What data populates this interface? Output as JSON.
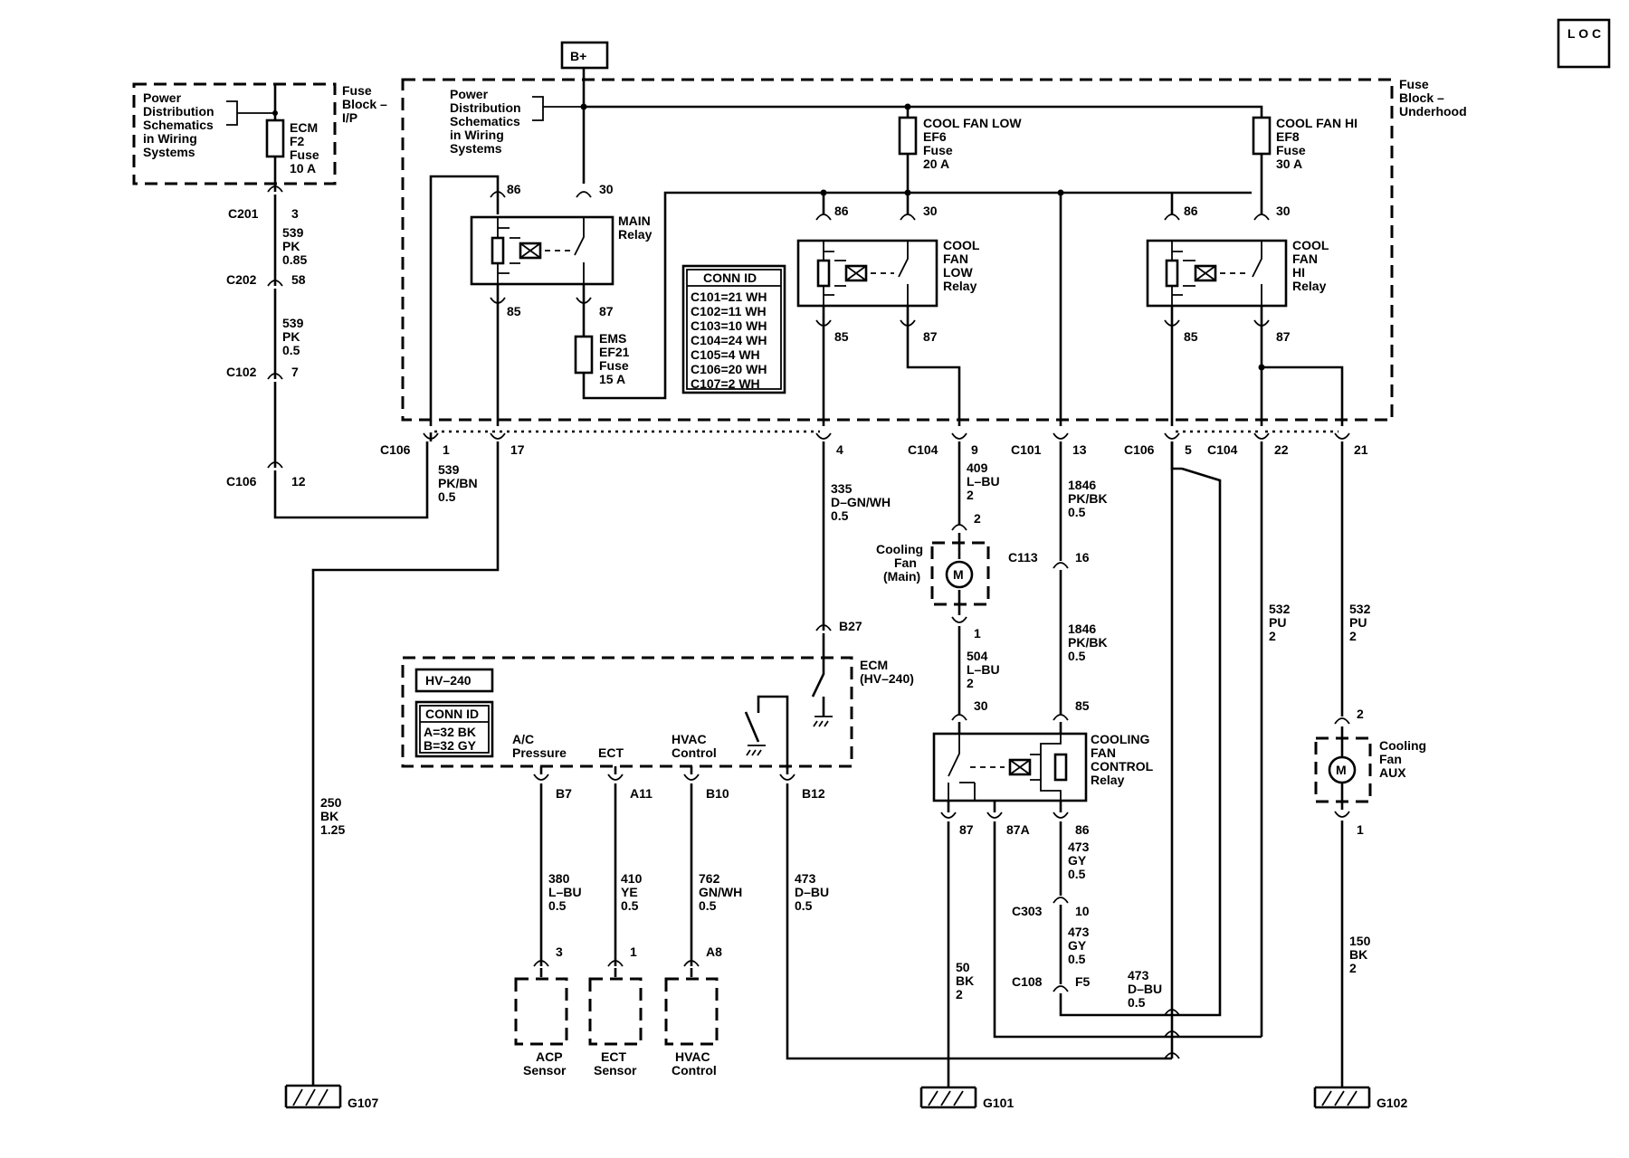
{
  "page_id": "L O C",
  "supply": "B+",
  "fuse_blocks": {
    "ip": {
      "title": [
        "Fuse",
        "Block –",
        "I/P"
      ],
      "pds": [
        "Power",
        "Distribution",
        "Schematics",
        "in Wiring",
        "Systems"
      ]
    },
    "underhood": {
      "title": [
        "Fuse",
        "Block –",
        "Underhood"
      ],
      "pds": [
        "Power",
        "Distribution",
        "Schematics",
        "in Wiring",
        "Systems"
      ]
    }
  },
  "fuses": {
    "ecm": [
      "ECM",
      "F2",
      "Fuse",
      "10 A"
    ],
    "ems": [
      "EMS",
      "EF21",
      "Fuse",
      "15 A"
    ],
    "cool_fan_low": [
      "COOL FAN LOW",
      "EF6",
      "Fuse",
      "20 A"
    ],
    "cool_fan_hi": [
      "COOL FAN HI",
      "EF8",
      "Fuse",
      "30 A"
    ]
  },
  "relays": {
    "main": [
      "MAIN",
      "Relay"
    ],
    "low": [
      "COOL",
      "FAN",
      "LOW",
      "Relay"
    ],
    "hi": [
      "COOL",
      "FAN",
      "HI",
      "Relay"
    ],
    "control": [
      "COOLING",
      "FAN",
      "CONTROL",
      "Relay"
    ]
  },
  "conn_id_underhood": {
    "title": "CONN ID",
    "rows": [
      "C101=21 WH",
      "C102=11 WH",
      "C103=10 WH",
      "C104=24 WH",
      "C105=4 WH",
      "C106=20 WH",
      "C107=2 WH"
    ]
  },
  "ecm": {
    "tag": "HV–240",
    "conn_title": "CONN ID",
    "conn_rows": [
      "A=32 BK",
      "B=32 GY"
    ],
    "label": [
      "ECM",
      "(HV–240)"
    ],
    "inputs": {
      "acp": [
        "A/C",
        "Pressure"
      ],
      "ect": [
        "ECT"
      ],
      "hvac": [
        "HVAC",
        "Control"
      ]
    }
  },
  "connectors": {
    "C201": "C201",
    "C202": "C202",
    "C102": "C102",
    "C106": "C106",
    "C104": "C104",
    "C101": "C101",
    "C113": "C113",
    "C303": "C303",
    "C108": "C108"
  },
  "pins": {
    "p3": "3",
    "p58": "58",
    "p7": "7",
    "p12": "12",
    "p1": "1",
    "p17": "17",
    "p86": "86",
    "p85": "85",
    "p30": "30",
    "p87": "87",
    "p87A": "87A",
    "p4": "4",
    "p9": "9",
    "p13": "13",
    "p5": "5",
    "p22": "22",
    "p21": "21",
    "p2": "2",
    "p16": "16",
    "p10": "10",
    "pF5": "F5",
    "pB27": "B27",
    "pB7": "B7",
    "pA11": "A11",
    "pB10": "B10",
    "pB12": "B12",
    "pA8": "A8"
  },
  "wires": {
    "w539_085": [
      "539",
      "PK",
      "0.85"
    ],
    "w539_05": [
      "539",
      "PK",
      "0.5"
    ],
    "w539_pkbn": [
      "539",
      "PK/BN",
      "0.5"
    ],
    "w335": [
      "335",
      "D–GN/WH",
      "0.5"
    ],
    "w409": [
      "409",
      "L–BU",
      "2"
    ],
    "w504": [
      "504",
      "L–BU",
      "2"
    ],
    "w1846a": [
      "1846",
      "PK/BK",
      "0.5"
    ],
    "w1846b": [
      "1846",
      "PK/BK",
      "0.5"
    ],
    "w532a": [
      "532",
      "PU",
      "2"
    ],
    "w532b": [
      "532",
      "PU",
      "2"
    ],
    "w250": [
      "250",
      "BK",
      "1.25"
    ],
    "w380": [
      "380",
      "L–BU",
      "0.5"
    ],
    "w410": [
      "410",
      "YE",
      "0.5"
    ],
    "w762": [
      "762",
      "GN/WH",
      "0.5"
    ],
    "w473dbu": [
      "473",
      "D–BU",
      "0.5"
    ],
    "w473gy_a": [
      "473",
      "GY",
      "0.5"
    ],
    "w473gy_b": [
      "473",
      "GY",
      "0.5"
    ],
    "w473dbu_b": [
      "473",
      "D–BU",
      "0.5"
    ],
    "w50": [
      "50",
      "BK",
      "2"
    ],
    "w150": [
      "150",
      "BK",
      "2"
    ]
  },
  "components": {
    "fan_main": [
      "Cooling",
      "Fan",
      "(Main)"
    ],
    "fan_aux": [
      "Cooling",
      "Fan",
      "AUX"
    ],
    "motor": "M",
    "acp_sensor": [
      "ACP",
      "Sensor"
    ],
    "ect_sensor": [
      "ECT",
      "Sensor"
    ],
    "hvac_control": [
      "HVAC",
      "Control"
    ]
  },
  "grounds": {
    "g107": "G107",
    "g101": "G101",
    "g102": "G102"
  }
}
